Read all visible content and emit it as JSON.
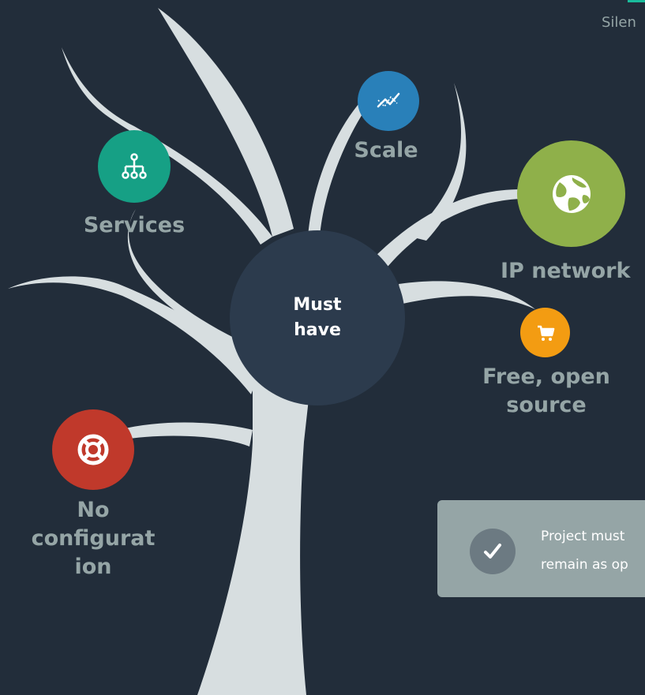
{
  "header": {
    "partial_label": "Silen"
  },
  "center": {
    "line1": "Must",
    "line2": "have"
  },
  "nodes": {
    "scale": {
      "label": "Scale",
      "color": "#2980b9",
      "icon": "chart-line-icon"
    },
    "services": {
      "label": "Services",
      "color": "#16a085",
      "icon": "sitemap-icon"
    },
    "ip_network": {
      "label": "IP network",
      "color": "#8fb04a",
      "icon": "globe-icon"
    },
    "free_open_source": {
      "line1": "Free, open",
      "line2": "source",
      "color": "#f39c12",
      "icon": "shopping-cart-icon"
    },
    "no_configuration": {
      "line1": "No",
      "line2": "configurat",
      "line3": "ion",
      "color": "#c0392b",
      "icon": "life-ring-icon"
    }
  },
  "note": {
    "line1": "Project must",
    "line2": "remain as op",
    "icon": "checkmark-icon"
  },
  "colors": {
    "background": "#222d3a",
    "tree": "#d7dee0",
    "center": "#2c3b4d",
    "label": "#95a5a6",
    "note_box": "#95a5a6",
    "accent": "#1abc9c"
  }
}
